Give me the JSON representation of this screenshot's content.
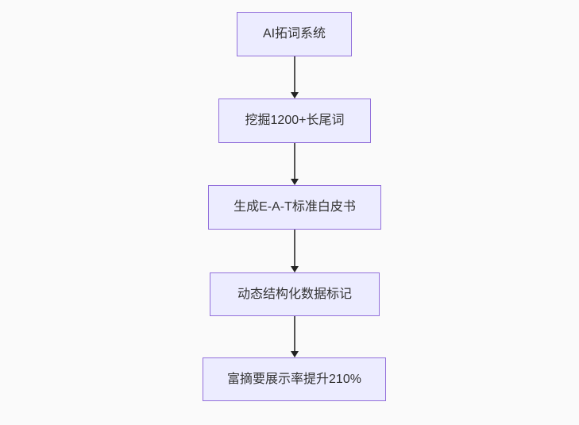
{
  "diagram": {
    "type": "flowchart",
    "direction": "top-down",
    "nodes": [
      {
        "id": "n1",
        "label": "AI拓词系统"
      },
      {
        "id": "n2",
        "label": "挖掘1200+长尾词"
      },
      {
        "id": "n3",
        "label": "生成E-A-T标准白皮书"
      },
      {
        "id": "n4",
        "label": "动态结构化数据标记"
      },
      {
        "id": "n5",
        "label": "富摘要展示率提升210%"
      }
    ],
    "edges": [
      {
        "from": "n1",
        "to": "n2",
        "style": "arrow-down"
      },
      {
        "from": "n2",
        "to": "n3",
        "style": "arrow-down"
      },
      {
        "from": "n3",
        "to": "n4",
        "style": "arrow-down"
      },
      {
        "from": "n4",
        "to": "n5",
        "style": "arrow-down"
      }
    ],
    "colors": {
      "node_fill": "#ECECFF",
      "node_border": "#9370DB",
      "node_text": "#333333",
      "arrow_line": "#555555",
      "arrow_head": "#222222",
      "background": "#fafafa"
    }
  }
}
